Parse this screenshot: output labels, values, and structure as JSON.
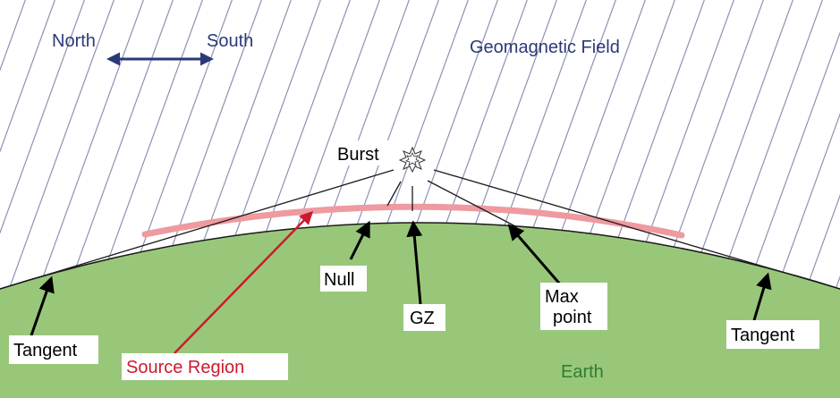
{
  "colors": {
    "field_lines": "#8e91b5",
    "earth": "#99c77a",
    "source_region": "#ee9a9f",
    "navy_text": "#2a3a78",
    "red_text": "#cc1a2e",
    "earth_text": "#2e7d32",
    "arrow": "#000000"
  },
  "labels": {
    "north": "North",
    "south": "South",
    "geomagnetic_field": "Geomagnetic Field",
    "burst": "Burst",
    "null": "Null",
    "gz": "GZ",
    "max_point_line1": "Max",
    "max_point_line2": "point",
    "tangent_left": "Tangent",
    "tangent_right": "Tangent",
    "source_region": "Source Region",
    "earth": "Earth"
  },
  "icons": {
    "burst": "starburst-icon",
    "direction": "double-headed-arrow-icon"
  }
}
